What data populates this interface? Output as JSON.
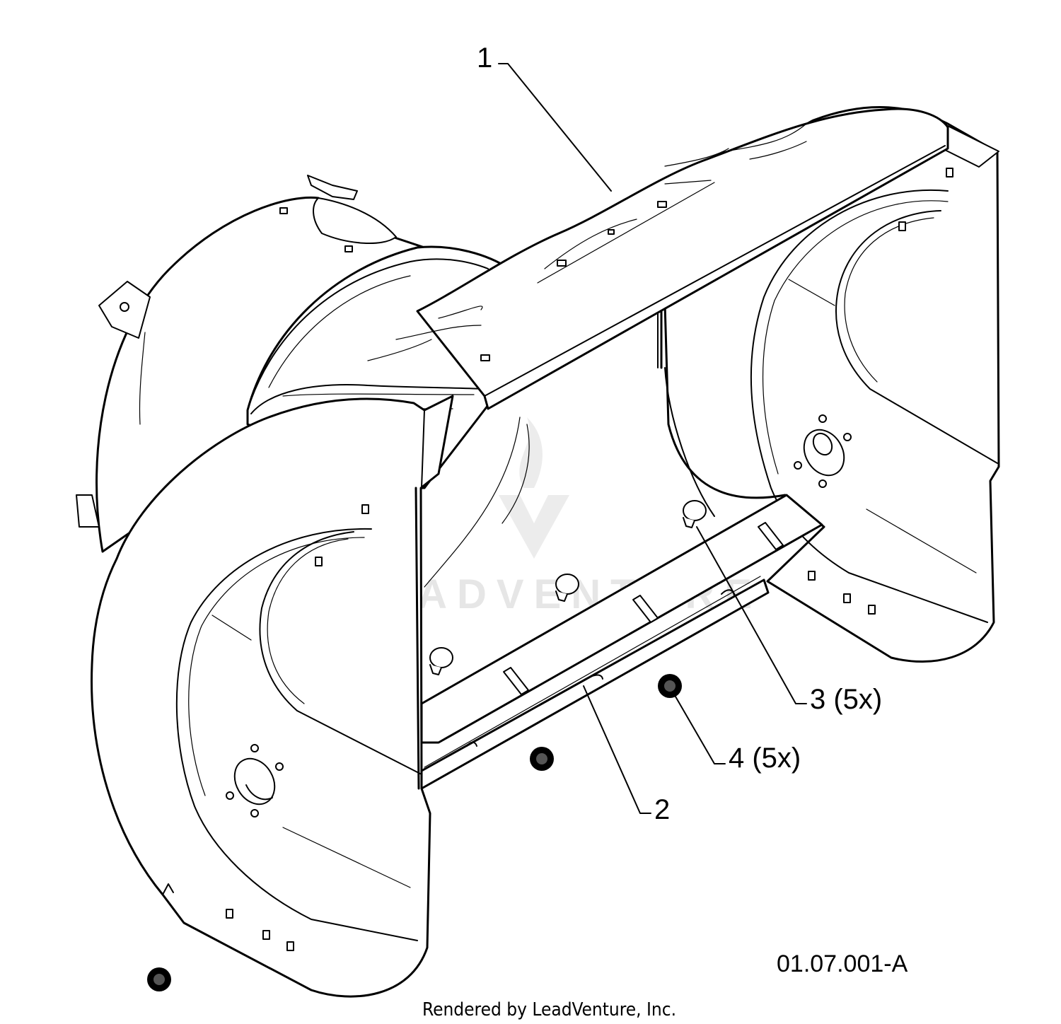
{
  "diagram": {
    "callouts": [
      {
        "id": "1",
        "text": "1"
      },
      {
        "id": "2",
        "text": "2"
      },
      {
        "id": "3",
        "text": "3 (5x)"
      },
      {
        "id": "4",
        "text": "4 (5x)"
      }
    ],
    "figure_code": "01.07.001-A",
    "credit": "Rendered by LeadVenture, Inc.",
    "watermark": "LEADVENTURE"
  }
}
